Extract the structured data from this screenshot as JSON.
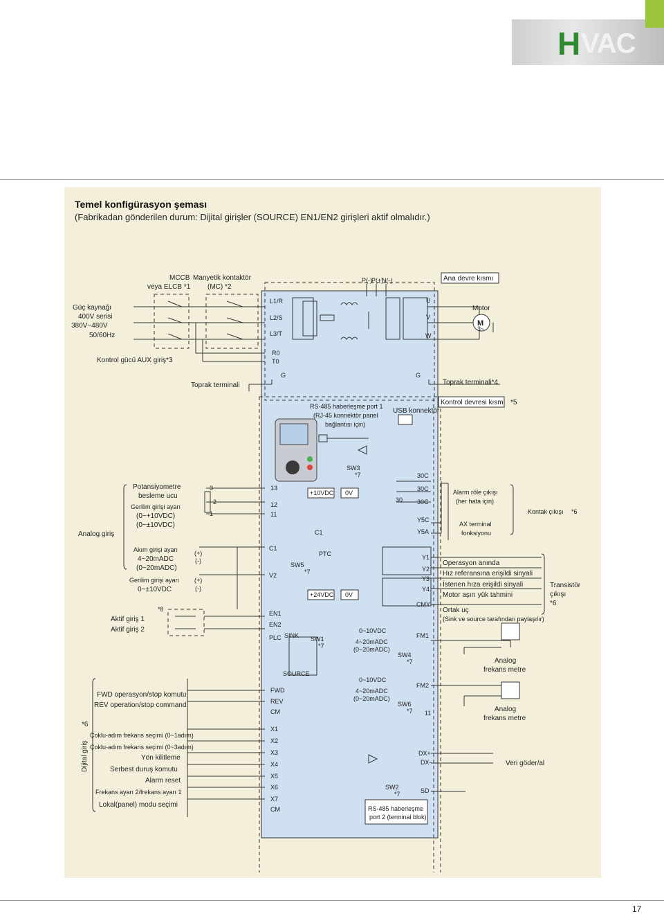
{
  "logo": {
    "letter": "H",
    "rest": "VAC"
  },
  "heading": {
    "title": "Temel konfigürasyon şeması",
    "subtitle": "(Fabrikadan gönderilen durum: Dijital girişler (SOURCE) EN1/EN2 girişleri aktif olmalıdır.)"
  },
  "labels": {
    "mccb1": "MCCB",
    "mccb2": "veya ELCB *1",
    "mc1": "Manyetik kontaktör",
    "mc2": "(MC) *2",
    "power1": "Güç kaynağı",
    "power2": "400V serisi",
    "power3": "380V~480V",
    "power4": "50/60Hz",
    "aux": "Kontrol gücü AUX giriş*3",
    "ground_left": "Toprak terminali",
    "ground_right": "Toprak terminali*4",
    "main_circuit": "Ana devre kısmı",
    "motor": "Motor",
    "motor_sym": "M",
    "motor_phase": "3~",
    "control_circuit": "Kontrol devresi kısmı",
    "star5": "*5",
    "rs485_1": "RS-485 haberleşme port 1",
    "rs485_2": "(RJ-45 konnektör panel",
    "rs485_3": "bağlantısı için)",
    "usb": "USB konnektör",
    "sw3": "SW3",
    "sw3s": "*7",
    "pot1": "Potansiyometre",
    "pot2": "besleme ucu",
    "volt1": "Gerilim girişi ayarı",
    "volt2": "(0~+10VDC)",
    "volt3": "(0~±10VDC)",
    "analog_in": "Analog giriş",
    "cur1": "Akım girişi ayarı",
    "cur2": "4~20mADC",
    "cur3": "(0~20mADC)",
    "volt4": "Gerilim girişi ayarı",
    "volt5": "0~±10VDC",
    "plus": "(+)",
    "minus": "(-)",
    "star8": "*8",
    "en1": "Aktif giriş 1",
    "en2": "Aktif giriş 2",
    "fwd": "FWD operasyon/stop komutu",
    "rev": "REV operation/stop command",
    "star6": "*6",
    "digital_in": "Dijital giriş",
    "d1": "Çoklu-adım frekans seçimi (0~1adım)",
    "d2": "Çoklu-adım frekans seçimi (0~3adım)",
    "d3": "Yön kilitleme",
    "d4": "Serbest duruş komutu",
    "d5": "Alarm reset",
    "d6": "Frekans ayarı 2/frekans ayarı 1",
    "d7": "Lokal(panel) modu seçimi",
    "alarm1": "Alarm röle çıkışı",
    "alarm2": "(her hata için)",
    "ax1": "AX terminal",
    "ax2": "fonksiyonu",
    "contact_out": "Kontak çıkışı",
    "op1": "Operasyon anında",
    "op2": "Hız referansına erişildi sinyali",
    "op3": "İstenen hıza erişildi sinyali",
    "op4": "Motor aşırı yük tahmini",
    "op5": "Ortak uç",
    "op6": "(Sink ve source tarafından paylaşılır)",
    "trans1": "Transistör",
    "trans2": "çıkışı",
    "trans3": "*6",
    "afm1a": "Analog",
    "afm1b": "frekans metre",
    "afm2a": "Analog",
    "afm2b": "frekans metre",
    "logger": "Veri göder/al",
    "rs485p2a": "RS-485 haberleşme",
    "rs485p2b": "port 2 (terminal blok)",
    "v10vdc": "+10VDC",
    "ov": "0V",
    "v24vdc": "+24VDC",
    "ptc": "PTC",
    "sw5": "SW5",
    "sw1": "SW1",
    "sink": "SINK",
    "source": "SOURCE",
    "sw4": "SW4",
    "sw6": "SW6",
    "sw2": "SW2",
    "s7": "*7",
    "r0_10vdc": "0~10VDC",
    "r4_20": "4~20mADC",
    "r0_20": "(0~20mADC)",
    "eleven": "11"
  },
  "terminals": {
    "main_in": [
      "L1/R",
      "L2/S",
      "L3/T"
    ],
    "aux": [
      "R0",
      "T0"
    ],
    "dc": [
      "P(-)",
      "P(+)",
      "N(-)"
    ],
    "out": [
      "U",
      "V",
      "W"
    ],
    "g": "G",
    "pot": [
      "13",
      "12",
      "11"
    ],
    "pot_pins": [
      "3",
      "2",
      "1"
    ],
    "analog": [
      "C1",
      "V2"
    ],
    "ctrl_left": [
      "EN1",
      "EN2",
      "PLC",
      "FWD",
      "REV",
      "CM",
      "X1",
      "X2",
      "X3",
      "X4",
      "X5",
      "X6",
      "X7",
      "CM"
    ],
    "relay": [
      "30C",
      "30C",
      "30C",
      "30",
      "Y5C",
      "Y5A"
    ],
    "trans": [
      "Y1",
      "Y2",
      "Y3",
      "Y4",
      "CMY"
    ],
    "fm": [
      "FM1",
      "FM2"
    ],
    "rs": [
      "DX+",
      "DX-",
      "SD"
    ]
  },
  "page": {
    "number": "17"
  },
  "colors": {
    "panel": "#f4efdb",
    "inverter": "#cfe0f0",
    "line": "#333333",
    "logo_green": "#2f8a2f"
  }
}
